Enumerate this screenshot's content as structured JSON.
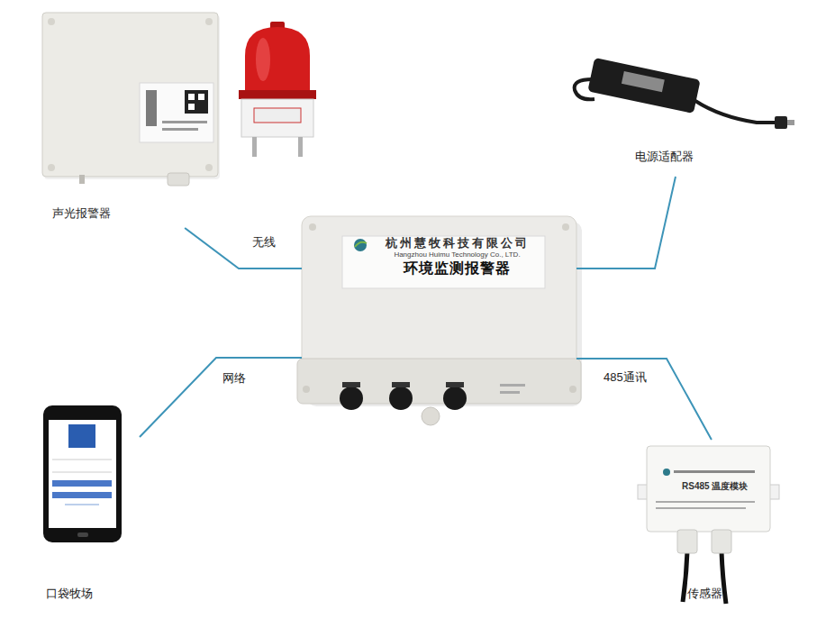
{
  "diagram": {
    "nodes": [
      {
        "text": [
          "声光报警器"
        ]
      },
      {
        "text": [
          "电源适配器"
        ]
      },
      {
        "text": [
          "杭州慧牧科技有限公司",
          "Hangzhou Huimu Technology Co., LTD.",
          "环境监测报警器"
        ]
      },
      {
        "text": [
          "口袋牧场"
        ]
      },
      {
        "text": [
          "传感器"
        ]
      }
    ],
    "edges": [
      {
        "from": 2,
        "to": 0,
        "arrow": "none",
        "label": "无线"
      },
      {
        "from": 2,
        "to": 1,
        "arrow": "none"
      },
      {
        "from": 2,
        "to": 3,
        "arrow": "none",
        "label": "网络"
      },
      {
        "from": 2,
        "to": 4,
        "arrow": "none",
        "label": "485通讯"
      }
    ],
    "labels": [
      "RS485 温度模块"
    ]
  }
}
